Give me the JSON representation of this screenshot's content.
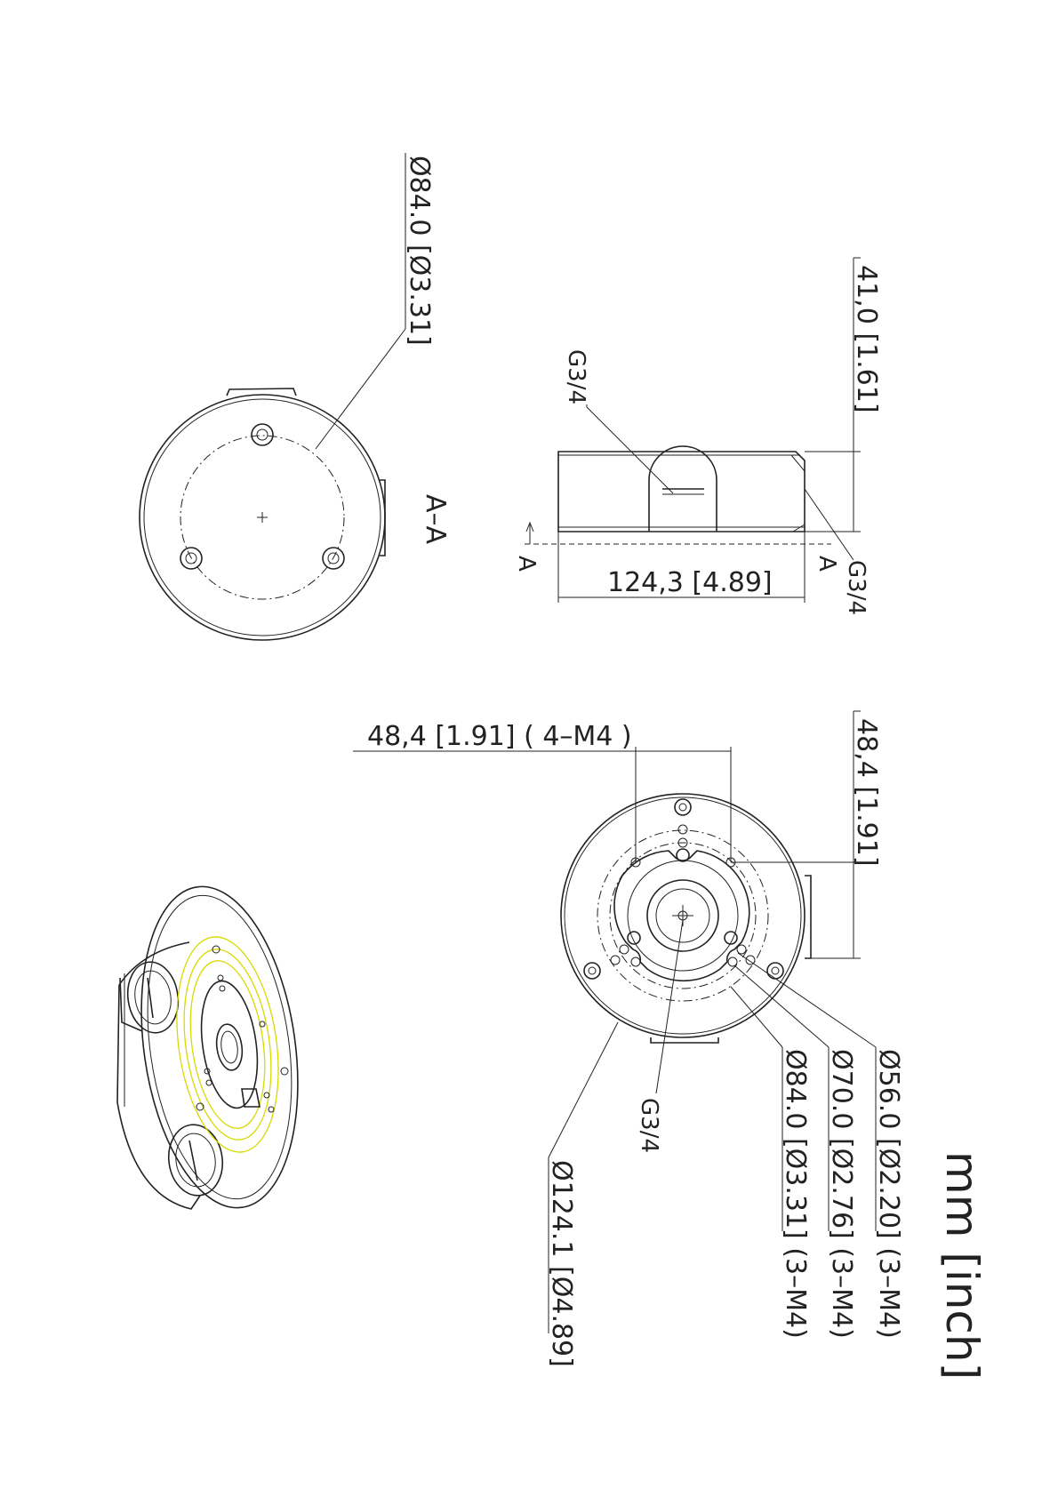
{
  "units": "mm [inch]",
  "labels": {
    "top_view_d84": "Ø84.0 [Ø3.31]",
    "section_label": "A–A",
    "side_height": "41,0  [1.61]",
    "side_g34_left": "G3/4",
    "side_g34_right": "G3/4",
    "side_width": "124,3  [4.89]",
    "section_mark_left": "A",
    "section_mark_right": "A",
    "bottom_width": "48,4  [1.91]  ( 4–M4 )",
    "bottom_height": "48,4  [1.91]",
    "bottom_g34": "G3/4",
    "bottom_d56": "Ø56.0 [Ø2.20]  (3–M4)",
    "bottom_d70": "Ø70.0 [Ø2.76]  (3–M4)",
    "bottom_d84": "Ø84.0 [Ø3.31] (3–M4)",
    "bottom_d124": "Ø124.1 [Ø4.89]"
  }
}
